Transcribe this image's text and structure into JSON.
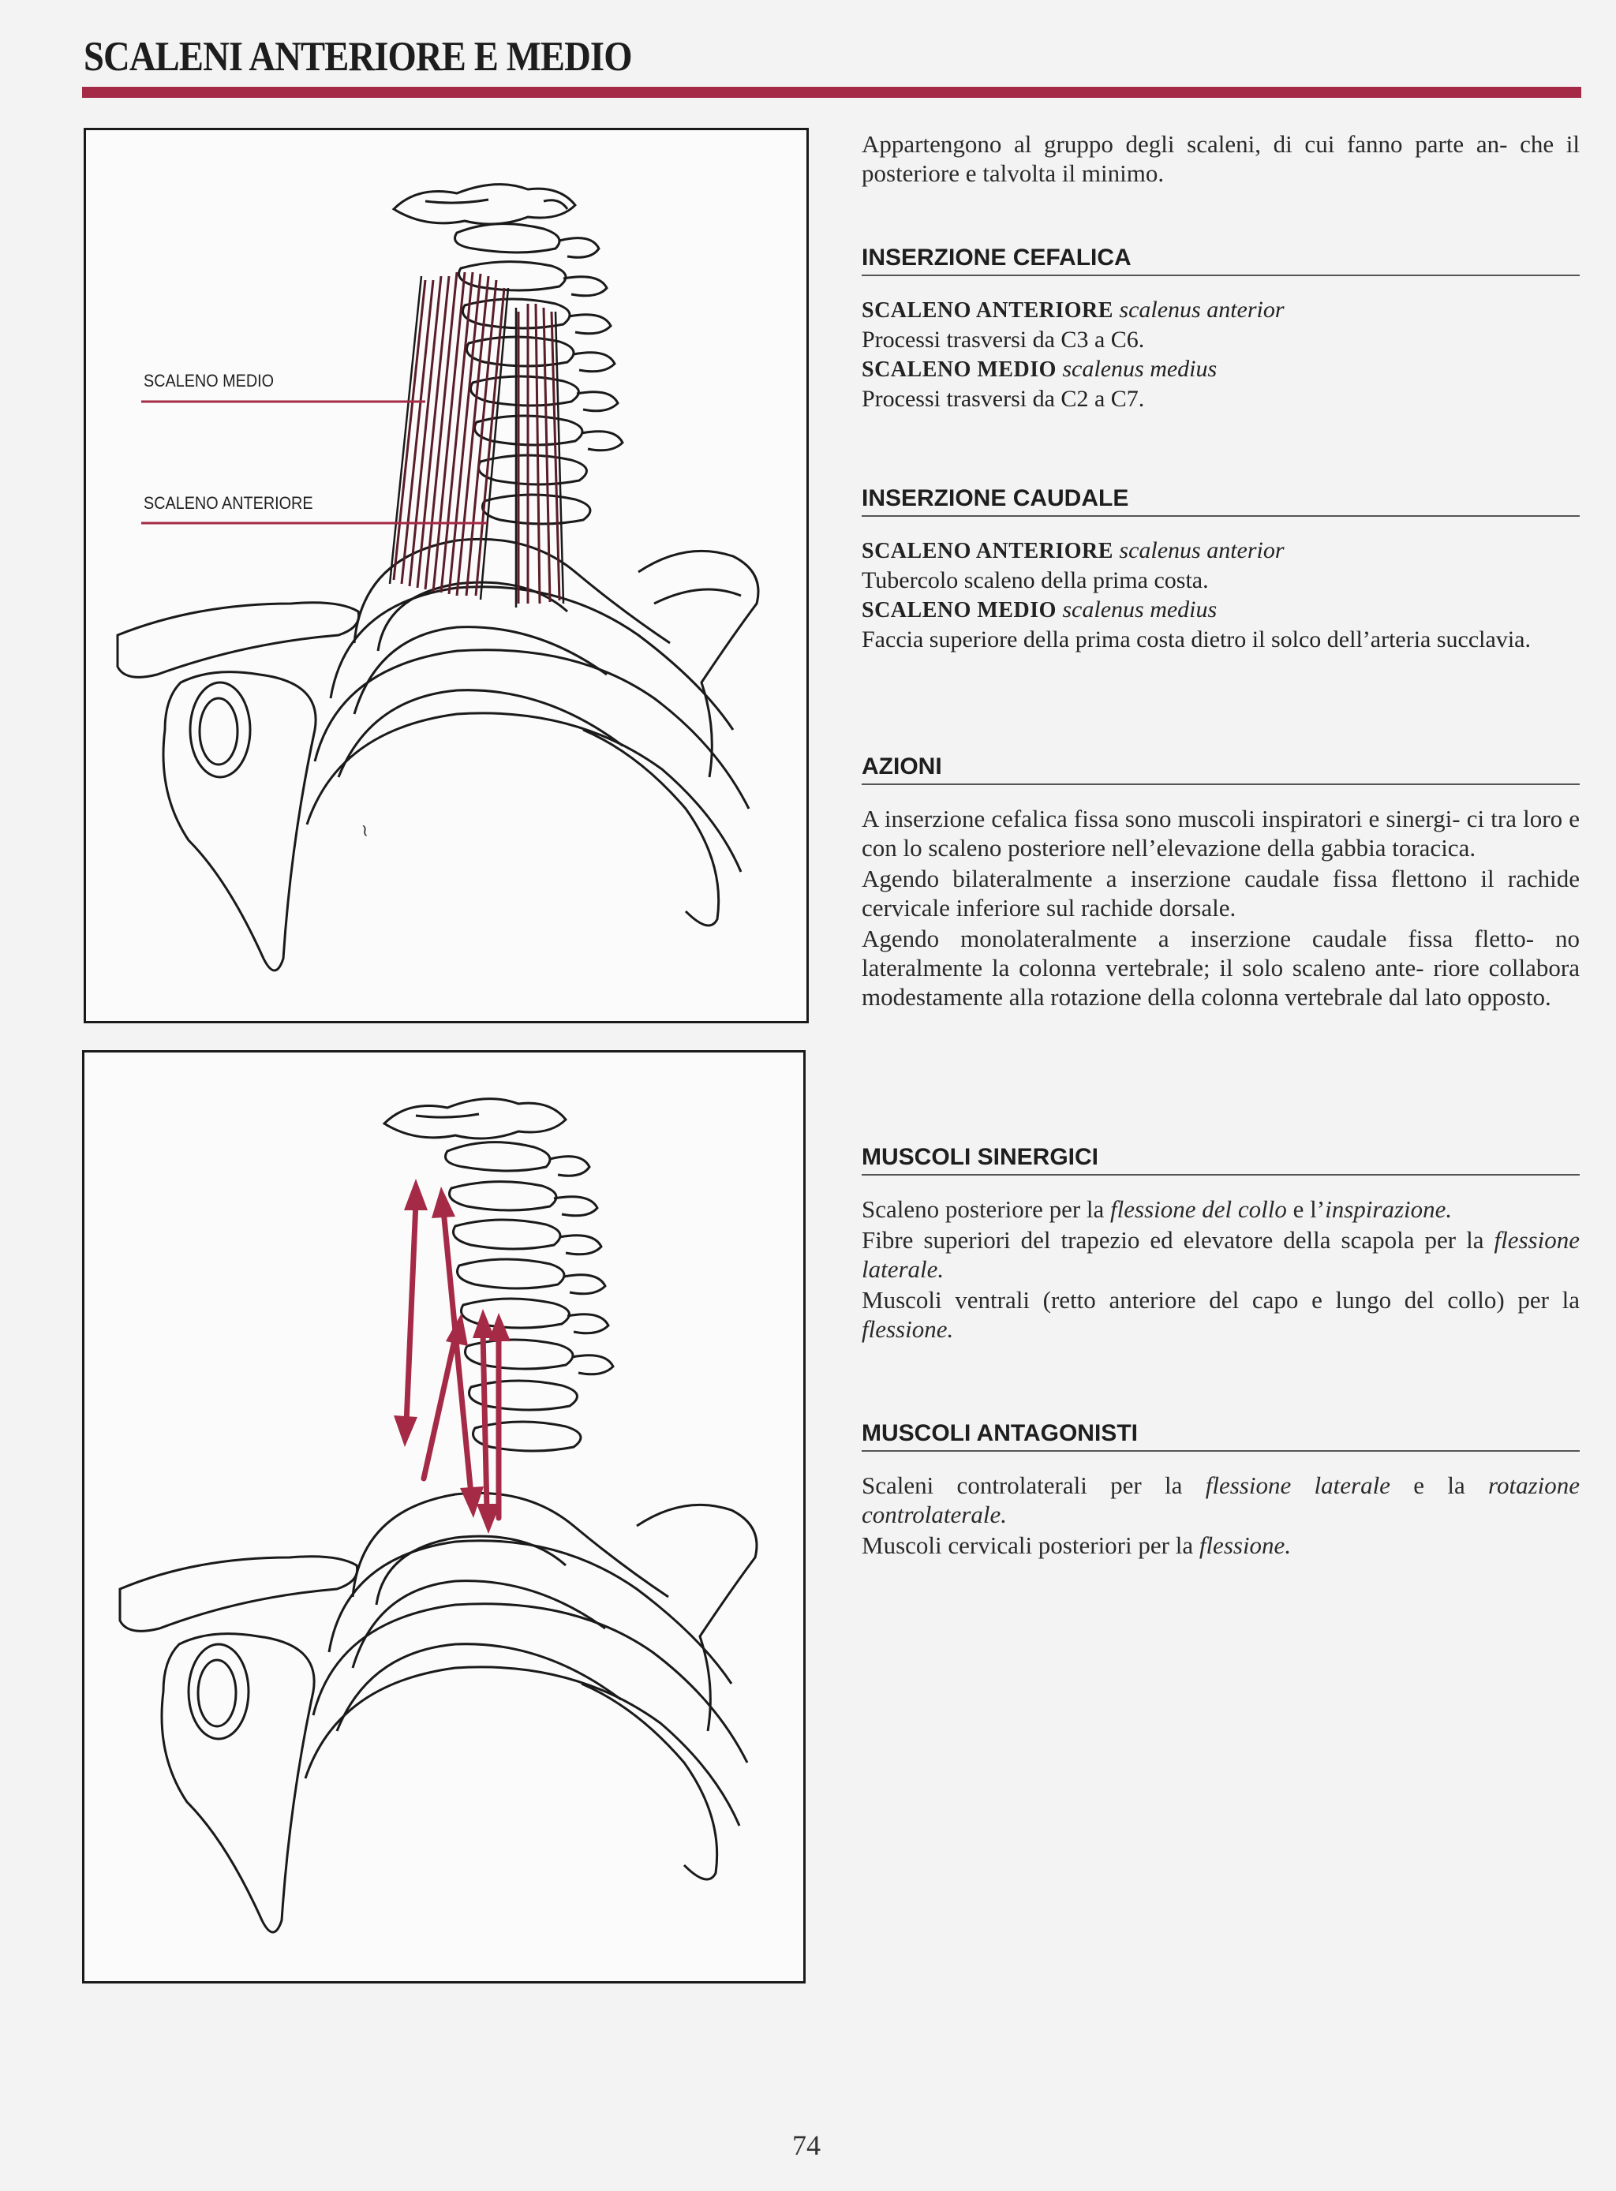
{
  "page": {
    "title": "SCALENI ANTERIORE E MEDIO",
    "page_number": "74"
  },
  "figure1": {
    "label_medio": "SCALENO MEDIO",
    "label_anteriore": "SCALENO ANTERIORE"
  },
  "intro": "Appartengono al gruppo degli scaleni, di cui fanno parte an- che il posteriore e talvolta il minimo.",
  "inserzione_cefalica": {
    "heading": "INSERZIONE CEFALICA",
    "a_label": "SCALENO ANTERIORE",
    "a_latin": "scalenus anterior",
    "a_text": "Processi trasversi da C3 a C6.",
    "m_label": "SCALENO MEDIO",
    "m_latin": "scalenus medius",
    "m_text": "Processi trasversi da C2 a C7."
  },
  "inserzione_caudale": {
    "heading": "INSERZIONE CAUDALE",
    "a_label": "SCALENO ANTERIORE",
    "a_latin": "scalenus anterior",
    "a_text": "Tubercolo scaleno della prima costa.",
    "m_label": "SCALENO MEDIO",
    "m_latin": "scalenus medius",
    "m_text": "Faccia superiore della prima costa dietro il solco dell’arteria succlavia."
  },
  "azioni": {
    "heading": "AZIONI",
    "p1": "A inserzione cefalica fissa sono muscoli inspiratori e sinergi- ci tra loro e con lo scaleno posteriore nell’elevazione della gabbia toracica.",
    "p2": "Agendo bilateralmente a inserzione caudale fissa flettono il rachide cervicale inferiore sul rachide dorsale.",
    "p3": "Agendo monolateralmente a inserzione caudale fissa fletto- no lateralmente la colonna vertebrale; il solo scaleno ante- riore collabora modestamente alla rotazione della colonna vertebrale dal lato opposto."
  },
  "sinergici": {
    "heading": "MUSCOLI SINERGICI",
    "l1_a": "Scaleno posteriore per la ",
    "l1_b": "flessione del collo",
    "l1_c": " e l’",
    "l1_d": "inspirazione.",
    "l2_a": "Fibre superiori del trapezio ed elevatore della scapola per la ",
    "l2_b": "flessione laterale.",
    "l3_a": "Muscoli ventrali (retto anteriore del capo e lungo del collo) per la ",
    "l3_b": "flessione."
  },
  "antagonisti": {
    "heading": "MUSCOLI ANTAGONISTI",
    "l1_a": "Scaleni controlaterali per la ",
    "l1_b": "flessione laterale",
    "l1_c": " e la ",
    "l1_d": "rotazione controlaterale.",
    "l2_a": "Muscoli cervicali posteriori per la ",
    "l2_b": "flessione."
  },
  "colors": {
    "accent": "#a42a45",
    "muscle": "#6b2430"
  }
}
